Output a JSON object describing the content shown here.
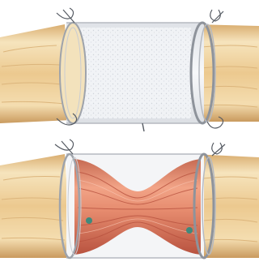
{
  "colors": {
    "background": "#ffffff",
    "nerve_light": "#f6e4bd",
    "nerve_mid": "#ecc98f",
    "nerve_dark": "#c99a5e",
    "nerve_line": "#dcb57c",
    "tube_edge": "#b5b9c0",
    "tube_fill": "#eef0f3",
    "mesh_speck": "#cfd3da",
    "suture": "#555a62",
    "regen_light": "#f2a487",
    "regen_mid": "#d9775e",
    "regen_dark": "#b8523f",
    "nucleus": "#3f8a7c"
  },
  "panels": [
    {
      "name": "top-panel",
      "stage": "conduit-with-scaffold"
    },
    {
      "name": "bottom-panel",
      "stage": "regenerating-nerve"
    }
  ]
}
